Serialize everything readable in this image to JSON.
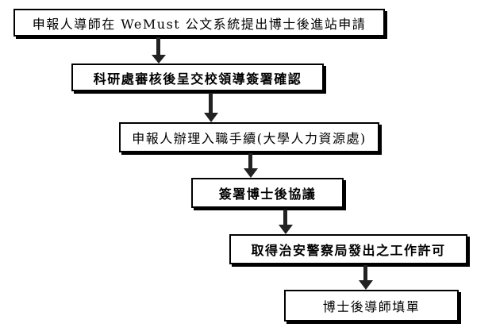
{
  "flowchart": {
    "steps": [
      {
        "id": "step1",
        "text": "申報人導師在 WeMust 公文系統提出博士後進站申請"
      },
      {
        "id": "step2",
        "text": "科研處審核後呈交校領導簽署確認"
      },
      {
        "id": "step3",
        "text": "申報人辦理入職手續(大學人力資源處)"
      },
      {
        "id": "step4",
        "text": "簽署博士後協議"
      },
      {
        "id": "step5",
        "text": "取得治安警察局發出之工作許可"
      },
      {
        "id": "step6",
        "text": "博士後導師填單"
      }
    ],
    "arrow_color": "#222222"
  }
}
